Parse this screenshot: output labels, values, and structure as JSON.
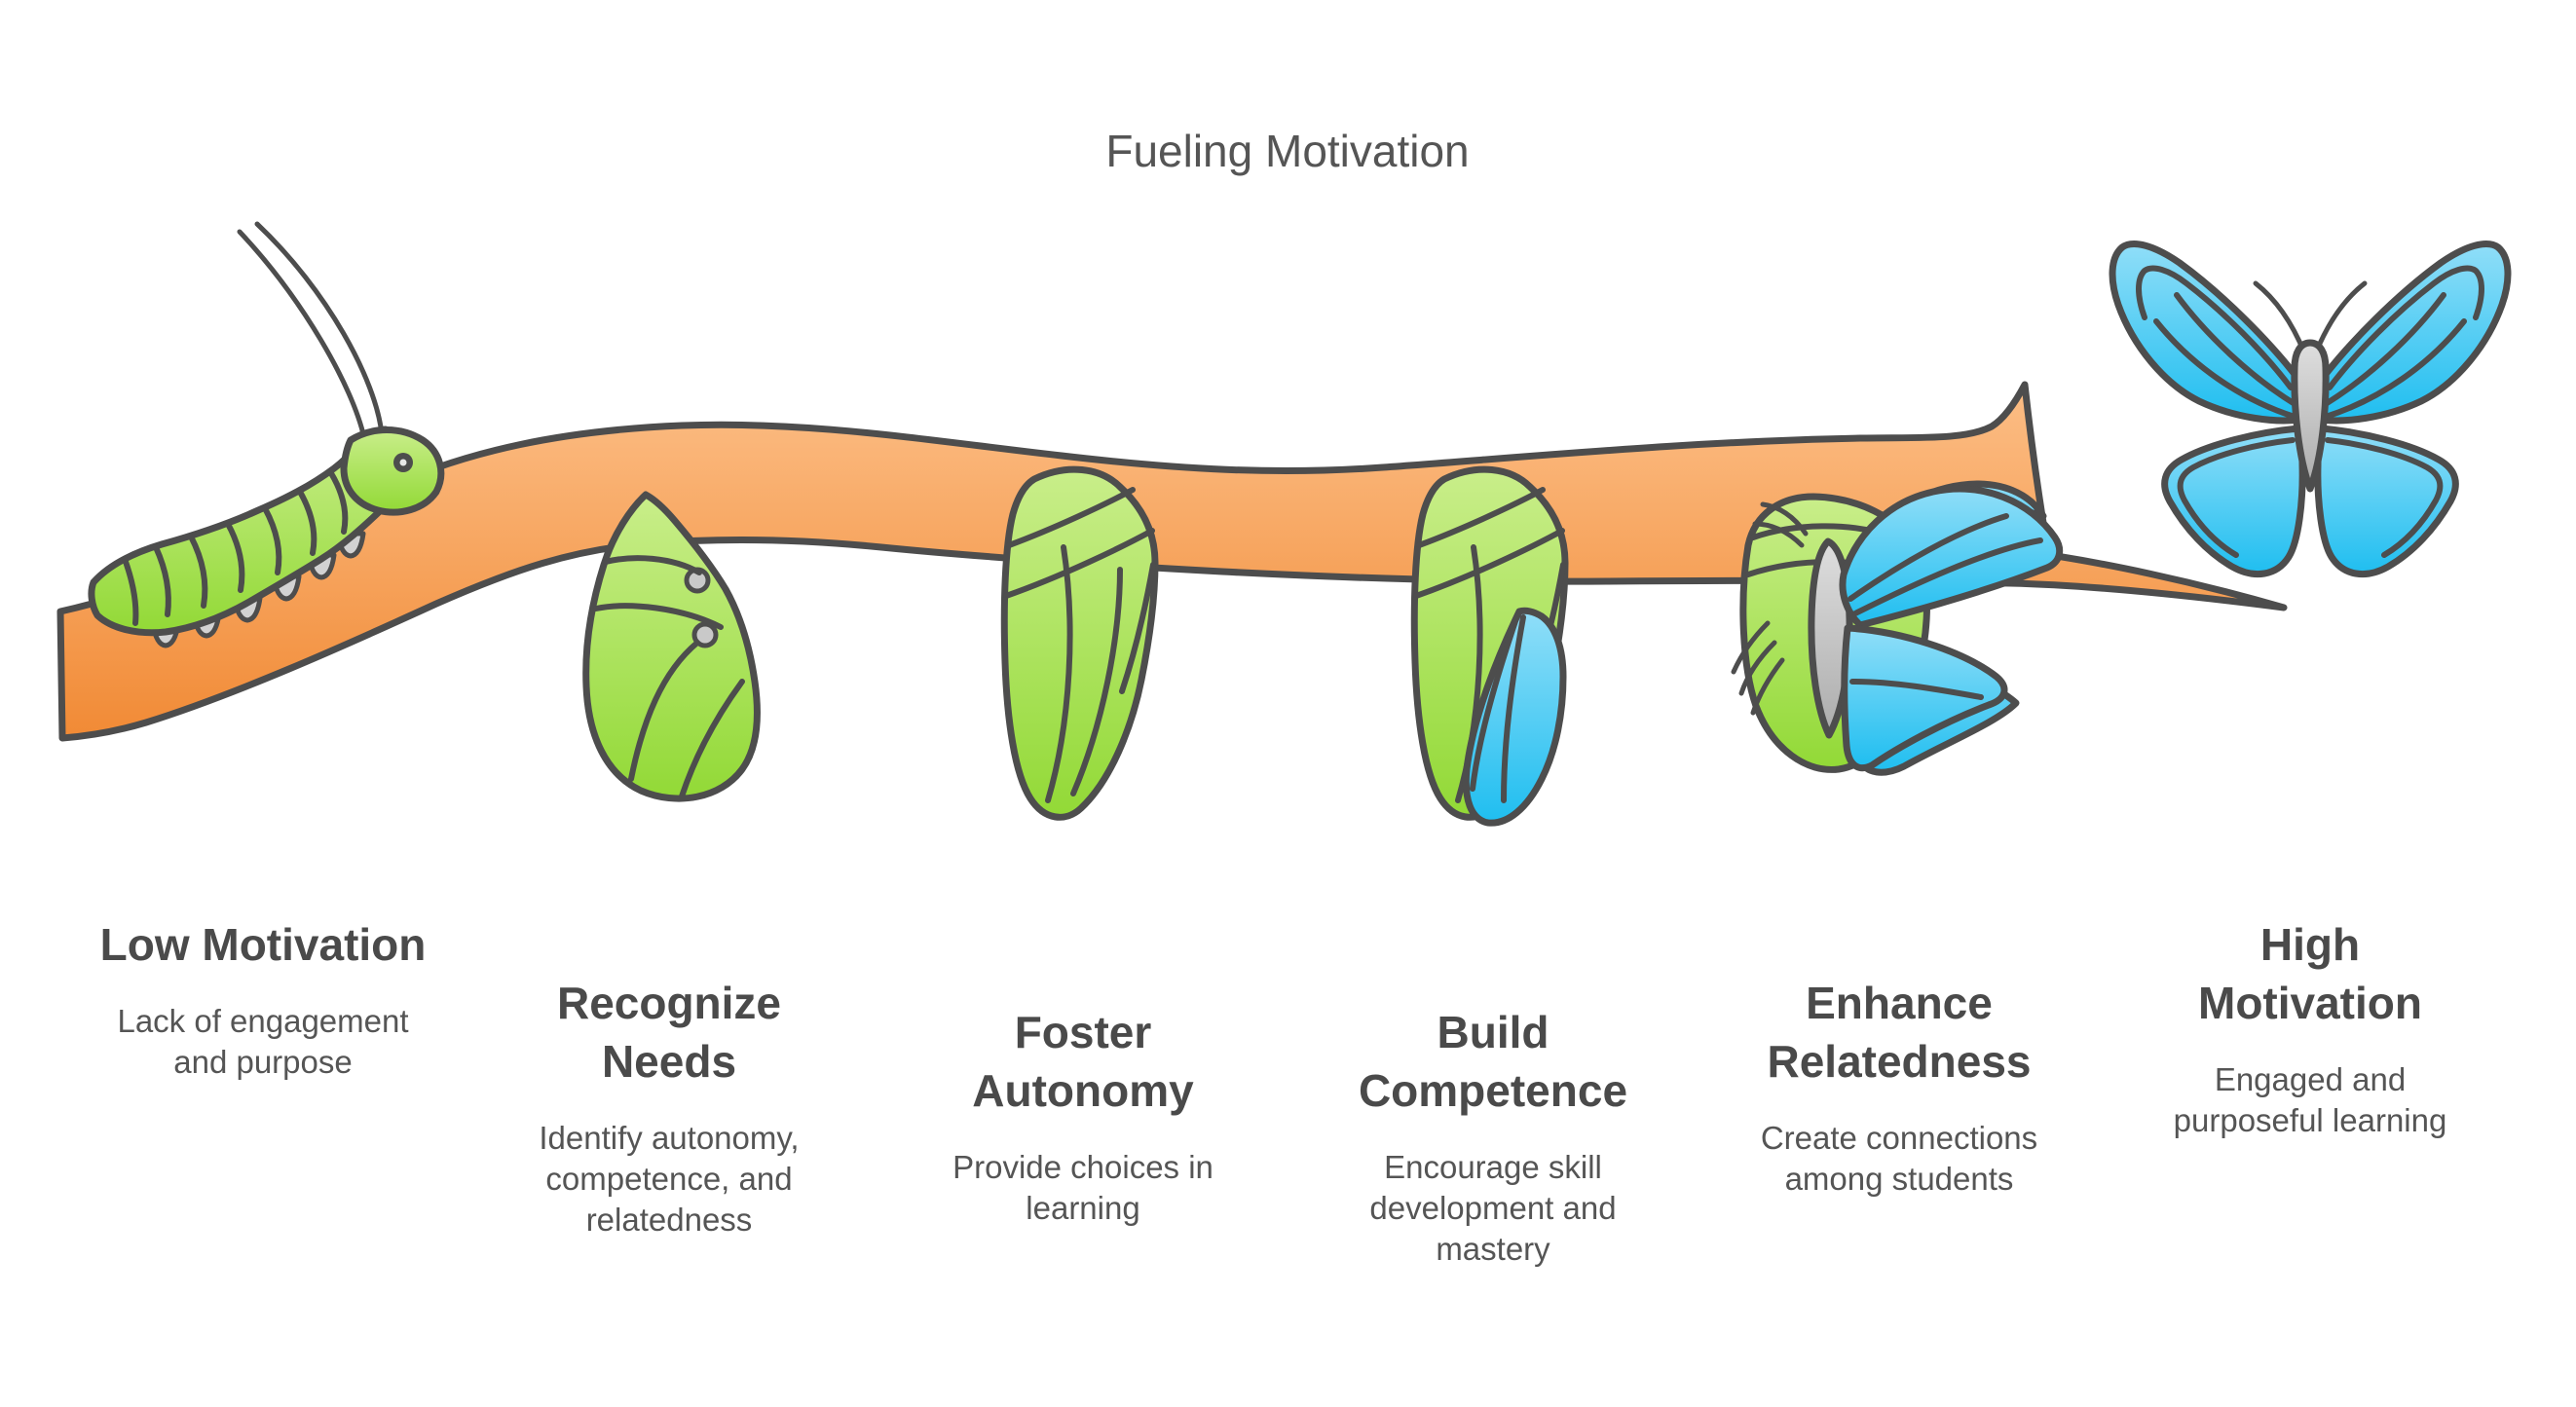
{
  "title": "Fueling Motivation",
  "colors": {
    "background": "#ffffff",
    "outline": "#4d4d4d",
    "text-heading": "#4a4a4a",
    "text-body": "#555555",
    "branch-light": "#fcbe86",
    "branch-dark": "#f18a35",
    "green-light": "#c9ee8a",
    "green-dark": "#92d936",
    "blue-light": "#90def8",
    "blue-dark": "#1fbef0",
    "gray-light": "#dedede",
    "gray-dark": "#acacac",
    "feet-gray": "#d2d2d2"
  },
  "stages": [
    {
      "id": "low-motivation",
      "illustration": "caterpillar",
      "title": "Low Motivation",
      "description": "Lack of engagement and purpose"
    },
    {
      "id": "recognize-needs",
      "illustration": "curled-caterpillar",
      "title": "Recognize Needs",
      "description": "Identify autonomy, competence, and relatedness"
    },
    {
      "id": "foster-autonomy",
      "illustration": "chrysalis",
      "title": "Foster Autonomy",
      "description": "Provide choices in learning"
    },
    {
      "id": "build-competence",
      "illustration": "chrysalis-with-wing",
      "title": "Build Competence",
      "description": "Encourage skill development and mastery"
    },
    {
      "id": "enhance-relatedness",
      "illustration": "emerging-butterfly",
      "title": "Enhance Relatedness",
      "description": "Create connections among students"
    },
    {
      "id": "high-motivation",
      "illustration": "butterfly",
      "title": "High Motivation",
      "description": "Engaged and purposeful learning"
    }
  ]
}
